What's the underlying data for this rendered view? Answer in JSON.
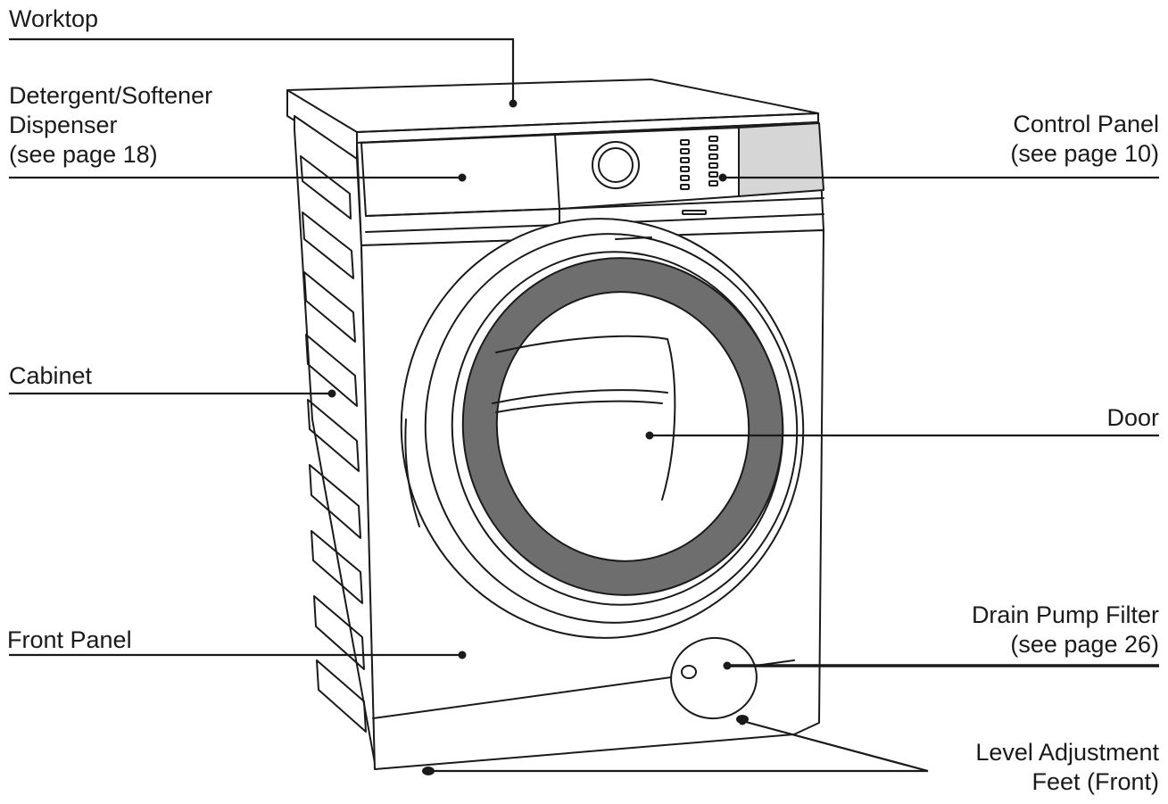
{
  "labels": {
    "worktop": [
      "Worktop"
    ],
    "dispenser": [
      "Detergent/Softener",
      "Dispenser",
      "(see page 18)"
    ],
    "control_panel": [
      "Control Panel",
      "(see page 10)"
    ],
    "cabinet": [
      "Cabinet"
    ],
    "door": [
      "Door"
    ],
    "front_panel": [
      "Front Panel"
    ],
    "drain_pump_filter": [
      "Drain Pump Filter",
      "(see page 26)"
    ],
    "level_feet": [
      "Level Adjustment",
      "Feet (Front)"
    ]
  },
  "colors": {
    "ink": "#1a1a1a",
    "seal": "#6e6e6e",
    "background": "#ffffff"
  }
}
